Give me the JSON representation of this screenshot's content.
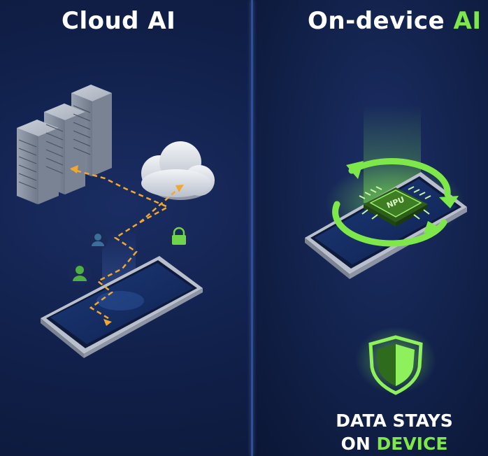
{
  "left_panel": {
    "title": "Cloud AI"
  },
  "right_panel": {
    "title_main": "On-device",
    "title_accent": "AI",
    "chip_label": "NPU",
    "caption_line1": "DATA STAYS",
    "caption_line2_prefix": "ON",
    "caption_line2_accent": "DEVICE"
  },
  "colors": {
    "background": "#0e1b3d",
    "accent_green": "#7ee84a",
    "arrow_orange": "#f0a830",
    "divider_blue": "#2b4f9e"
  },
  "icons": [
    "server-rack-icon",
    "cloud-icon",
    "lock-icon",
    "user-icon",
    "phone-icon",
    "npu-chip-icon",
    "sync-arrows-icon",
    "shield-icon"
  ]
}
